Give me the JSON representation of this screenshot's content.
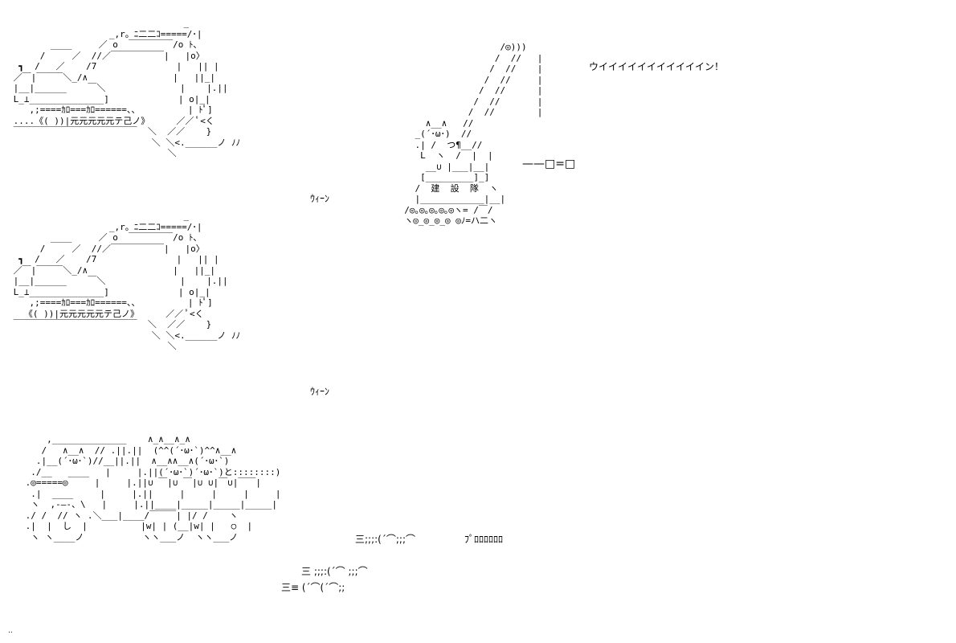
{
  "canvas": {
    "background": "#ffffff",
    "ink": "#000000"
  },
  "art": {
    "excavator_top": "                                 _\n                   _,r。ﾆ二二ｺ=====/･|\n        ____     ／ o  ￣￣￣￣￣/o ﾄ､\n      /     ／  //／￣￣￣￣￣￣|   |o〉\n  ┓  /   ／    /7               |   || |\n ／￣|￣￣￣＼_/∧                |   ||_|\n |__|______    ￣＼              |    |.||\n L_⊥______________]             | o|_|\n    ,;====ｶﾛ===ｶﾛ======、、         | ﾄﾟ]\n ....《( ))|元元元元元テ己ノ》     ／／ ﾟ<く\n ￣￣￣￣￣￣￣￣￣￣￣￣￣￣  ＼  ／／    }\n                           ＼ ＼<.______ノ ﾉﾉ\n                              ＼",
    "excavator_bottom": "                                 _\n                   _,r。ﾆ二二ｺ=====/･|\n        ____     ／ o  ￣￣￣￣￣/o ﾄ､\n      /     ／  //／￣￣￣￣￣￣|   |o〉\n  ┓  /   ／    /7               |   || |\n ／￣|￣￣￣＼_/∧                |   ||_|\n |__|______    ￣＼              |    |.||\n L_⊥______________]             | o|_|\n    ,;====ｶﾛ===ｶﾛ======、、         | ﾄﾟ]\n   《( ))|元元元元元テ己ノ》     ／／ ﾟ<く\n ￣￣￣￣￣￣￣￣￣￣￣￣￣￣  ＼  ／／    }\n                           ＼ ＼<.______ノ ﾉﾉ\n                              ＼",
    "crane": "                    /◎)))\n                   /  //   |\n                  /  //    |\n                 /  //     |\n                /  //      |\n               /  //       |\n              /  //        |\n      ∧__∧   //\n    _(´･ω･)  //\n    .| /  つ¶__//\n     L  ヽ  /  |  |\n      __∪ |___|__|\n     [_________]_]\n    /  建  設  隊  ヽ\n    |____________|__|\n  /◎｡◎｡◎｡◎｡◎ヽ= /￣/\n  ヽ◎_◎_◎_◎ ◎ﾉ=ハ二ヽ",
    "truck": "     ,______________    ∧_∧__∧_∧\n    /   ∧__∧  // .||.||  (^^(´･ω･`)^^∧__∧\n   .|__(´･ω･`)//__||.||  ∧__∧∧__∧(´･ω･`)\n  ./__   ____   |     |.||(´･ω･`)´･ω･`)と::::::::)\n .◎=====◎     |     |.||∪ ￣|∪ ￣|∪ ∪|￣∪|￣￣|\n  .|  ____     |     |.||     |     |     |     |\n  ヽ  ,-―-、\\   |     |.||____|_____|_____|_____|\n ./ /  // ヽ .＼___|____/￣￣￣| |/ /    ヽ\n .|  |  し  |          |w| | (__|w| |   ○  |\n  ヽ ヽ____ノ           ヽヽ___ノ  ヽヽ___ノ"
  },
  "sfx": {
    "excavator_top": "ｳｨｰﾝ",
    "excavator_bottom": "ｳｨｰﾝ",
    "crane": "ウイイイイイイイイイイイン！",
    "crane_hook": "——□=□",
    "truck_smoke_1": "三;;;:(´⌒;;;⌒",
    "truck_smoke_2": "三        ;;;:(´⌒   ;;;⌒",
    "truck_smoke_3": "三≡  (´⌒(´⌒;;",
    "truck_sound": "ﾌﾟﾛﾛﾛﾛﾛﾛ",
    "corner_mark": ".."
  }
}
